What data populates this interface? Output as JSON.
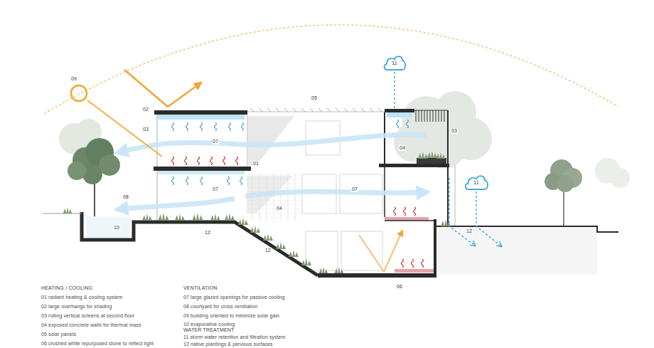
{
  "diagram": {
    "nodes": [
      {
        "text": [
          "11"
        ]
      },
      {
        "text": [
          "11"
        ]
      }
    ],
    "labels": [
      "09",
      "02",
      "03",
      "05",
      "07",
      "01",
      "07",
      "08",
      "04",
      "07",
      "04",
      "03",
      "10",
      "12",
      "12",
      "12",
      "06",
      "HEATING / COOLING",
      "01 radiant heating & cooling system",
      "02 large overhangs for shading",
      "03 rolling vertical screens at second floor",
      "04 exposed concrete walls for thermal mass",
      "05 solar panels",
      "06 crushed white repurposed stone to reflect light",
      "VENTILATION",
      "07 large glazed openings for passive cooling",
      "08 courtyard for cross ventilation",
      "09 building oriented to minimize solar gain",
      "10 evaporative cooling",
      "WATER TREATMENT",
      "11 storm water retention and filtration system",
      "12 native plantings & pervious surfaces"
    ]
  }
}
